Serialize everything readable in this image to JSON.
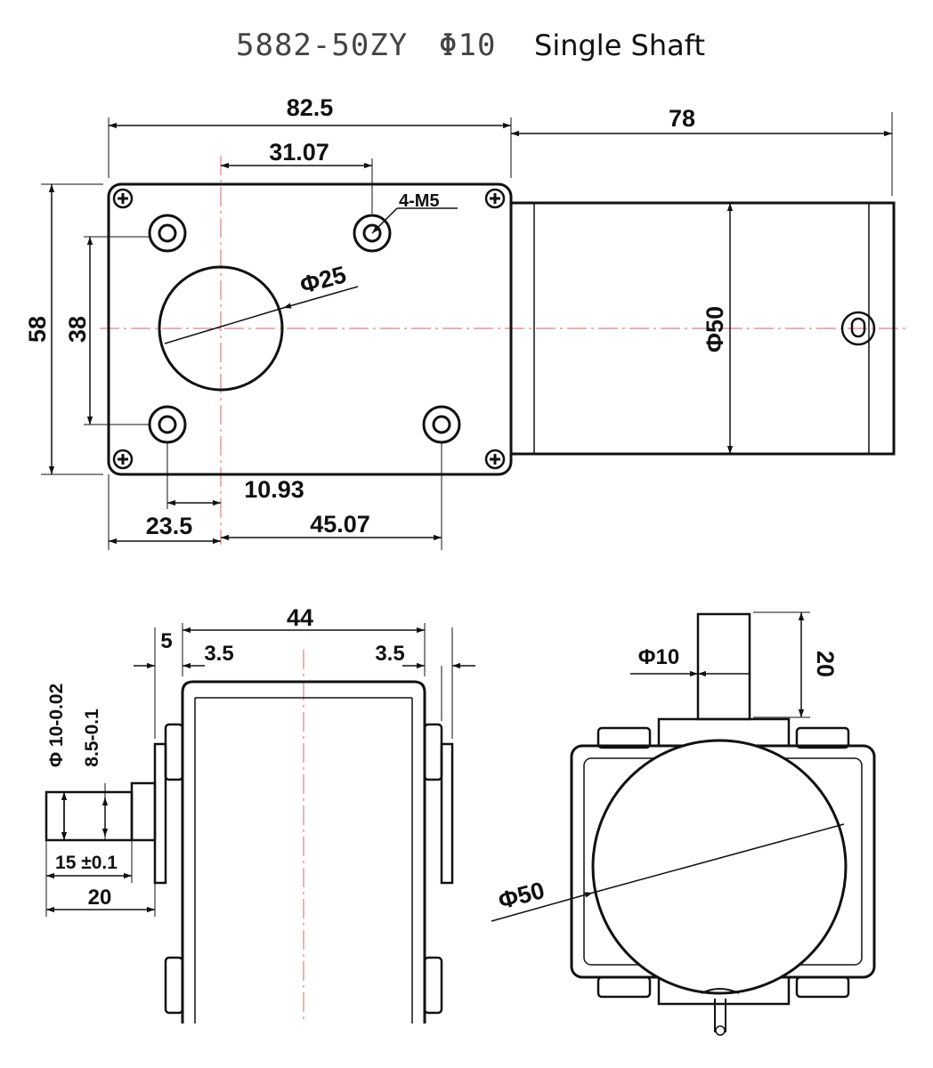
{
  "title": {
    "model": "5882-50ZY",
    "shaft_dia": "Φ10",
    "type": "Single Shaft"
  },
  "colors": {
    "line": "#111111",
    "centerline": "#e08080"
  },
  "front_view": {
    "width": "82.5",
    "motor_length": "78",
    "hole_spacing_top": "31.07",
    "thread": "4-M5",
    "boss_dia": "Φ25",
    "height": "58",
    "hole_spacing_vertical": "38",
    "motor_dia": "Φ50",
    "shaft_offset": "10.93",
    "left_offset": "23.5",
    "hole_spacing_bottom": "45.07"
  },
  "side_view": {
    "width": "44",
    "flange": "5",
    "lug_left": "3.5",
    "lug_right": "3.5",
    "shaft_dia": "Φ 10-0.02",
    "flat_dim": "8.5-0.1",
    "flat_length": "15 ±0.1",
    "shaft_length": "20"
  },
  "end_view": {
    "shaft_dia": "Φ10",
    "shaft_length": "20",
    "motor_dia": "Φ50"
  }
}
